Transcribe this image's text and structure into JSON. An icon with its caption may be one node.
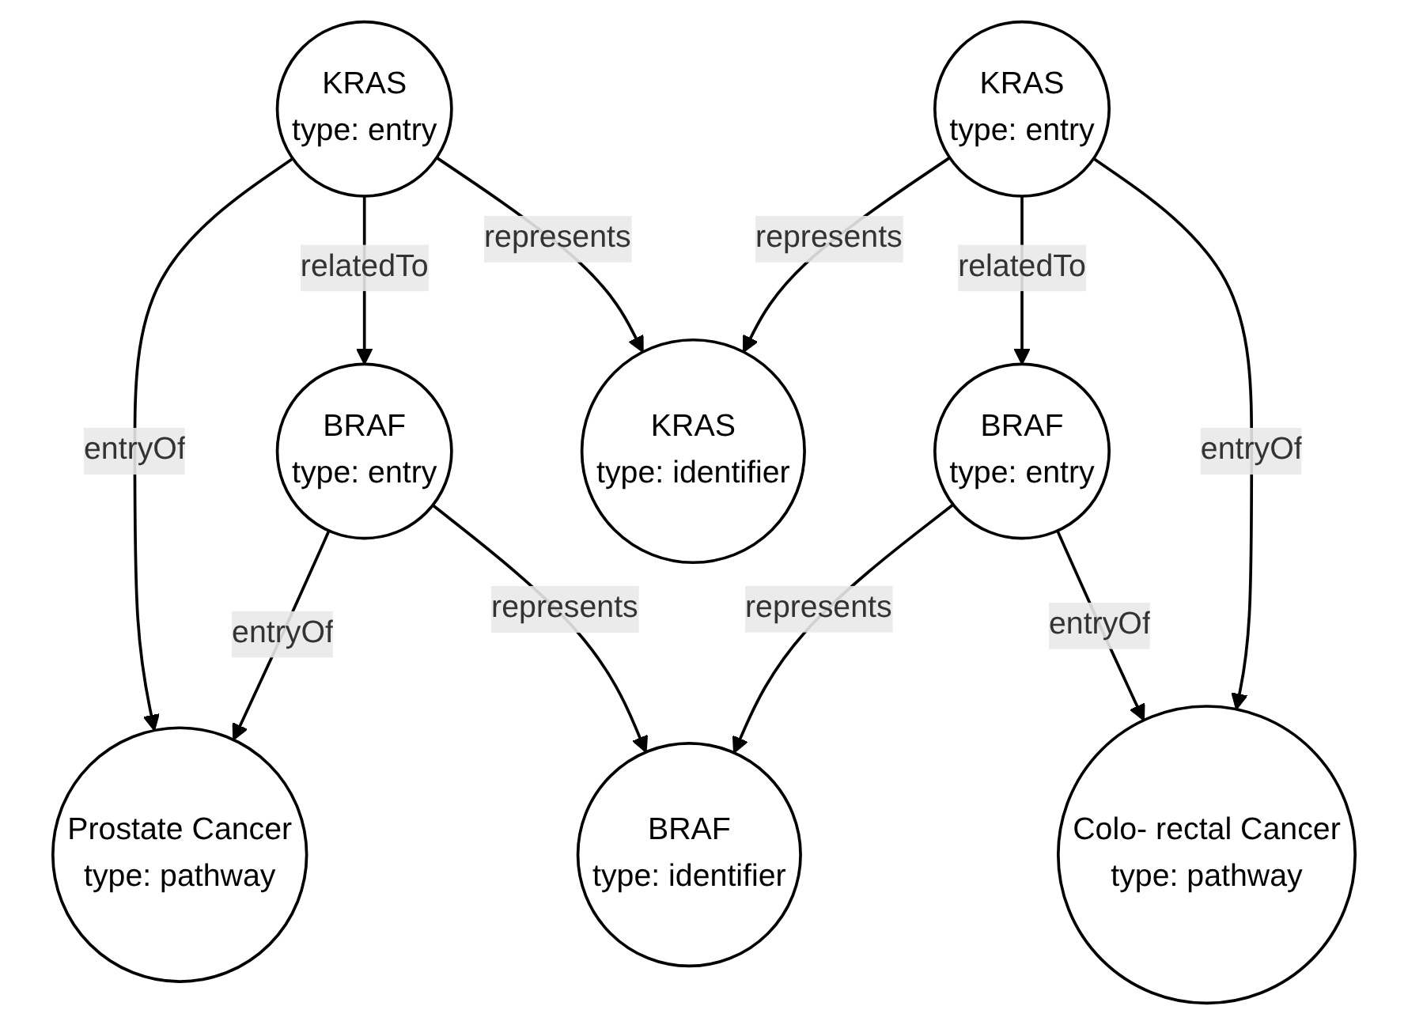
{
  "diagram": {
    "nodes": [
      {
        "text": [
          "Prostate Cancer",
          "type: pathway"
        ]
      },
      {
        "text": [
          "KRAS",
          "type: entry"
        ]
      },
      {
        "text": [
          "BRAF",
          "type: entry"
        ]
      },
      {
        "text": [
          "KRAS",
          "type: identifier"
        ]
      },
      {
        "text": [
          "BRAF",
          "type: identifier"
        ]
      },
      {
        "text": [
          "KRAS",
          "type: entry"
        ]
      },
      {
        "text": [
          "BRAF",
          "type: entry"
        ]
      },
      {
        "text": [
          "Colo- rectal Cancer",
          "type: pathway"
        ]
      }
    ],
    "edges": [
      {
        "from": 1,
        "to": 0,
        "arrow": "to",
        "label": "entryOf"
      },
      {
        "from": 2,
        "to": 0,
        "arrow": "to",
        "label": "entryOf"
      },
      {
        "from": 1,
        "to": 2,
        "arrow": "to",
        "label": "relatedTo"
      },
      {
        "from": 1,
        "to": 3,
        "arrow": "to",
        "label": "represents"
      },
      {
        "from": 2,
        "to": 4,
        "arrow": "to",
        "label": "represents"
      },
      {
        "from": 5,
        "to": 3,
        "arrow": "to",
        "label": "represents"
      },
      {
        "from": 6,
        "to": 4,
        "arrow": "to",
        "label": "represents"
      },
      {
        "from": 5,
        "to": 6,
        "arrow": "to",
        "label": "relatedTo"
      },
      {
        "from": 5,
        "to": 7,
        "arrow": "to",
        "label": "entryOf"
      },
      {
        "from": 6,
        "to": 7,
        "arrow": "to",
        "label": "entryOf"
      }
    ]
  }
}
